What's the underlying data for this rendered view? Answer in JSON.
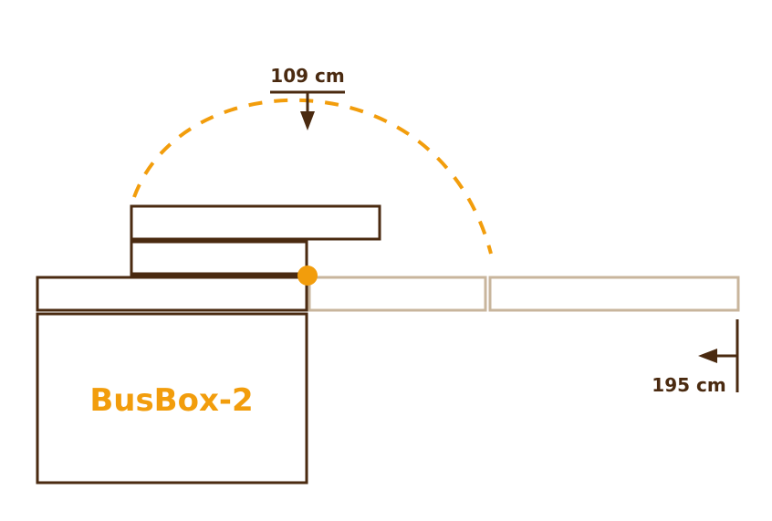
{
  "product": {
    "name": "BusBox-2"
  },
  "dimensions": {
    "height_label": "109 cm",
    "length_label": "195 cm"
  },
  "colors": {
    "dark_brown": "#4a2a10",
    "light_tan": "#c8b59c",
    "accent_orange": "#f29d0c",
    "background": "#ffffff"
  }
}
